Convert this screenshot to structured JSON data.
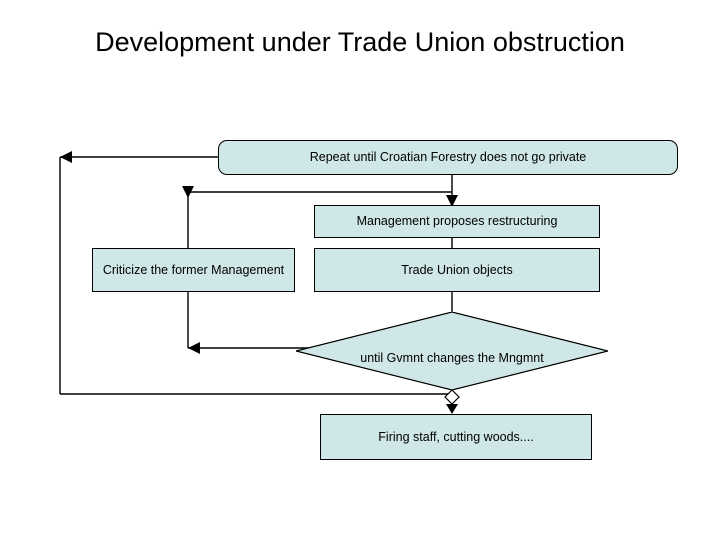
{
  "slide": {
    "title": "Development under Trade Union obstruction",
    "background": "#ffffff",
    "shape_fill": "#cfe7e7",
    "shape_stroke": "#000000",
    "connector_color": "#000000"
  },
  "nodes": [
    {
      "id": "repeat",
      "label": "Repeat until Croatian Forestry does not go private",
      "shape": "rounded-rectangle"
    },
    {
      "id": "restructuring",
      "label": "Management proposes restructuring",
      "shape": "rectangle"
    },
    {
      "id": "criticize",
      "label": "Criticize the former Management",
      "shape": "rectangle"
    },
    {
      "id": "objects",
      "label": "Trade Union objects",
      "shape": "rectangle"
    },
    {
      "id": "until",
      "label": "until Gvmnt changes the Mngmnt",
      "shape": "diamond"
    },
    {
      "id": "firing",
      "label": "Firing staff, cutting woods....",
      "shape": "rectangle"
    }
  ]
}
